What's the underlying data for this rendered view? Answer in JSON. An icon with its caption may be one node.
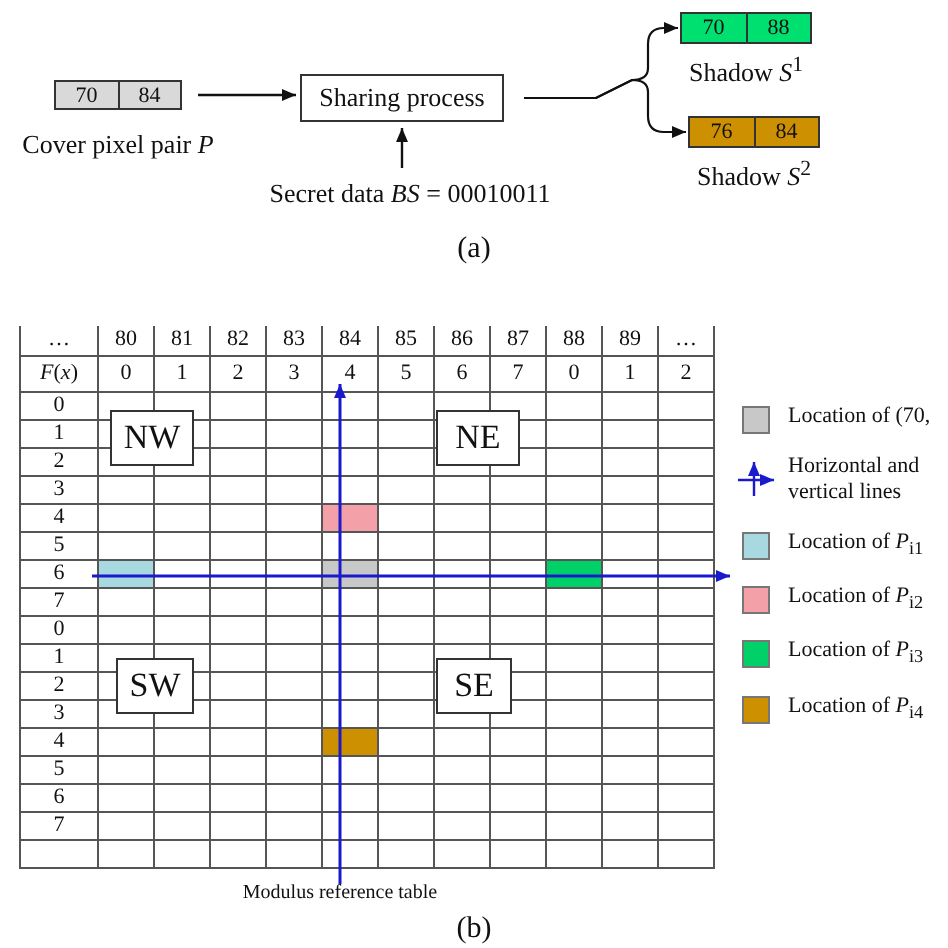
{
  "diagram": {
    "nodes": [
      {
        "text": [
          "70",
          "84"
        ],
        "beside": [
          "Cover pixel pair *P*"
        ]
      },
      {
        "text": [
          "Sharing process"
        ]
      },
      {
        "text": [
          "70",
          "88"
        ],
        "beside": [
          "Shadow *S*$^{1}$"
        ]
      },
      {
        "text": [
          "76",
          "84"
        ],
        "beside": [
          "Shadow *S*$^{2}$"
        ]
      },
      {
        "text": [
          "Secret data *BS* = 00010011"
        ]
      },
      {
        "text": [
          "NW"
        ]
      },
      {
        "text": [
          "NE"
        ]
      },
      {
        "text": [
          "SW"
        ]
      },
      {
        "text": [
          "SE"
        ]
      }
    ],
    "edges": [
      {
        "from": 0,
        "to": 1,
        "arrow": "to"
      },
      {
        "from": 4,
        "to": 1,
        "arrow": "to"
      },
      {
        "from": 1,
        "to": 2,
        "arrow": "to"
      },
      {
        "from": 1,
        "to": 3,
        "arrow": "to"
      }
    ],
    "labels": [
      "(a)",
      "…",
      "80",
      "81",
      "82",
      "83",
      "84",
      "85",
      "86",
      "87",
      "88",
      "89",
      "…",
      "*F*(*x*)",
      "0",
      "1",
      "2",
      "3",
      "4",
      "5",
      "6",
      "7",
      "0",
      "1",
      "2",
      "0",
      "1",
      "2",
      "3",
      "4",
      "5",
      "6",
      "7",
      "0",
      "1",
      "2",
      "3",
      "4",
      "5",
      "6",
      "7",
      "Modulus reference table",
      "(b)"
    ],
    "legend": [
      {
        "text": "Location of (70,",
        "color": "#c8c8c8"
      },
      {
        "text": "Horizontal and vertical lines"
      },
      {
        "text": "Location of *P*$_{i1}$",
        "color": "#a8d8e0"
      },
      {
        "text": "Location of *P*$_{i2}$",
        "color": "#f4a0a8"
      },
      {
        "text": "Location of *P*$_{i3}$",
        "color": "#00d068"
      },
      {
        "text": "Location of *P*$_{i4}$",
        "color": "#cc9000"
      }
    ]
  }
}
